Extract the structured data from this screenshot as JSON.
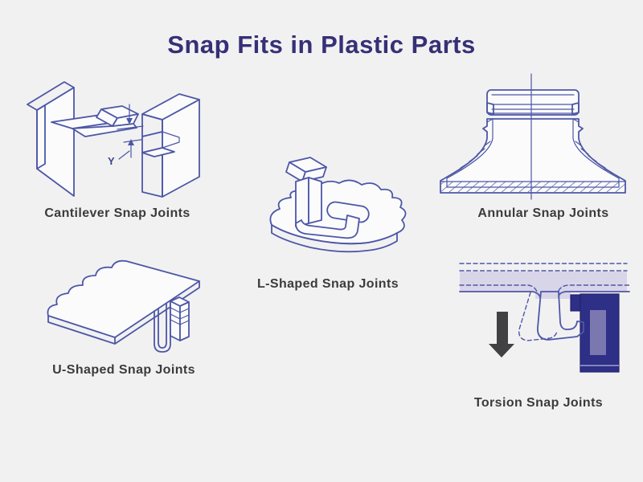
{
  "title": "Snap Fits in Plastic Parts",
  "diagrams": [
    {
      "name": "cantilever",
      "label": "Cantilever Snap Joints",
      "deflection_annotation": "Y"
    },
    {
      "name": "l-shaped",
      "label": "L-Shaped Snap Joints"
    },
    {
      "name": "annular",
      "label": "Annular Snap Joints"
    },
    {
      "name": "u-shaped",
      "label": "U-Shaped Snap Joints"
    },
    {
      "name": "torsion",
      "label": "Torsion Snap Joints"
    }
  ],
  "colors": {
    "background": "#f2f1f2",
    "title_text": "#363077",
    "label_text": "#3b3b3b",
    "line_blue": "#4d57a6",
    "shape_fill": "#fbfbfc",
    "lavender_fill": "#d9d5e9",
    "dark_indigo_fill": "#2e2f86",
    "force_arrow_gray": "#414042"
  }
}
